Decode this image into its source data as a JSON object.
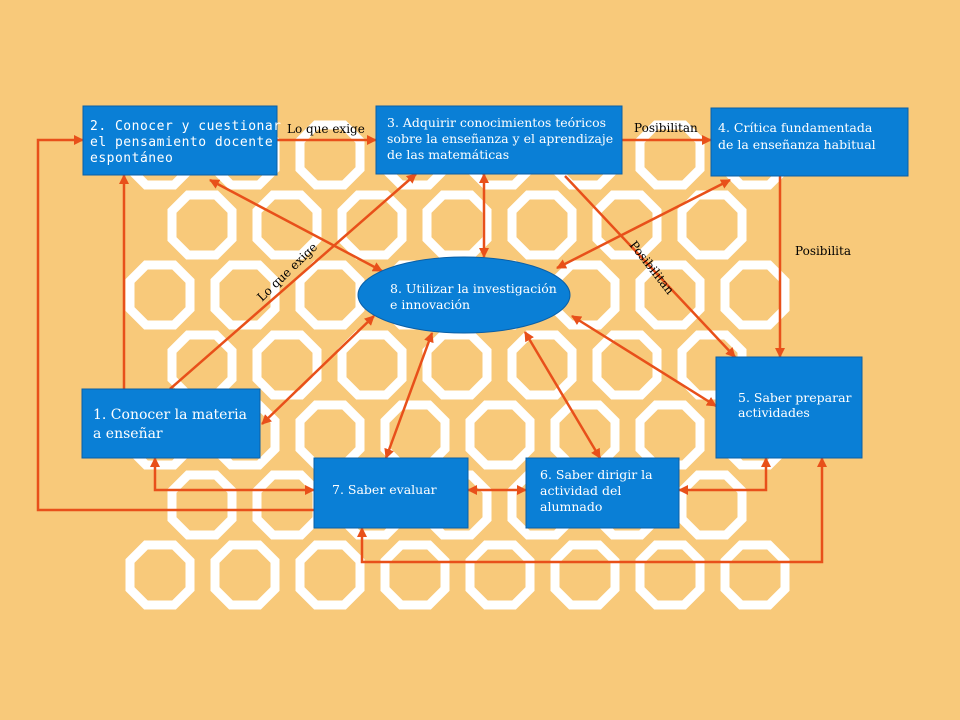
{
  "colors": {
    "background": "#f8c97a",
    "node_fill": "#0a7fd6",
    "arrow": "#e8501a",
    "pattern": "#ffffff"
  },
  "nodes": {
    "n1": {
      "lines": [
        "1. Conocer la materia",
        "a enseñar"
      ]
    },
    "n2": {
      "lines": [
        "2. Conocer y cuestionar",
        "el pensamiento docente",
        "espontáneo"
      ]
    },
    "n3": {
      "lines": [
        "3. Adquirir conocimientos teóricos",
        "sobre la enseñanza y el aprendizaje",
        "de las matemáticas"
      ]
    },
    "n4": {
      "lines": [
        "4. Crítica fundamentada",
        "de la enseñanza habitual"
      ]
    },
    "n5": {
      "lines": [
        "5. Saber preparar",
        "actividades"
      ]
    },
    "n6": {
      "lines": [
        "6. Saber dirigir la",
        "actividad del",
        "alumnado"
      ]
    },
    "n7": {
      "lines": [
        "7. Saber evaluar"
      ]
    },
    "n8": {
      "lines": [
        "8. Utilizar la investigación",
        "e innovación"
      ]
    }
  },
  "edge_labels": {
    "lo_que_exige_top": "Lo que exige",
    "posibilitan_top": "Posibilitan",
    "posibilita_right": "Posibilita",
    "lo_que_exige_diag": "Lo que exige",
    "posibilitan_diag": "Posibilitan"
  }
}
